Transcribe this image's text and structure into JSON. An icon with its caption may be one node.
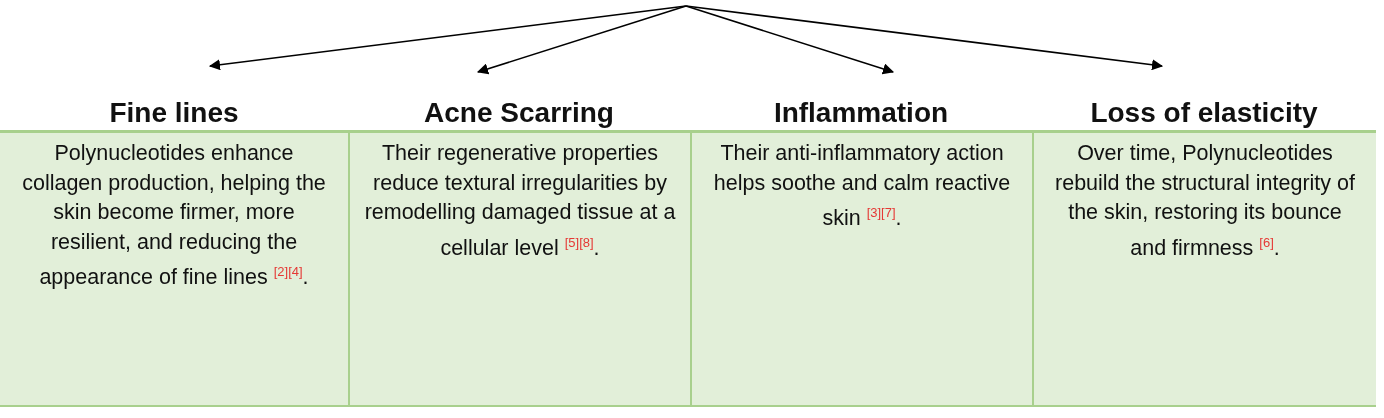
{
  "diagram": {
    "nodes": [
      {
        "text": [
          "Fine lines",
          "Polynucleotides enhance collagen production, helping the skin become firmer, more resilient, and reducing the appearance of fine lines $^{[2][4]}$."
        ]
      },
      {
        "text": [
          "Acne Scarring",
          "Their regenerative properties reduce textural irregularities by remodelling damaged tissue at a cellular level $^{[5][8]}$."
        ]
      },
      {
        "text": [
          "Inflammation",
          "Their anti-inflammatory action helps soothe and calm reactive skin $^{[3][7]}$."
        ]
      },
      {
        "text": [
          "Loss of elasticity",
          "Over time, Polynucleotides rebuild the structural integrity of the skin, restoring its bounce and firmness $^{[6]}$."
        ]
      }
    ],
    "edges": [
      {
        "from": null,
        "to": 0,
        "arrow": "to"
      },
      {
        "from": null,
        "to": 1,
        "arrow": "to"
      },
      {
        "from": null,
        "to": 2,
        "arrow": "to"
      },
      {
        "from": null,
        "to": 3,
        "arrow": "to"
      }
    ]
  }
}
